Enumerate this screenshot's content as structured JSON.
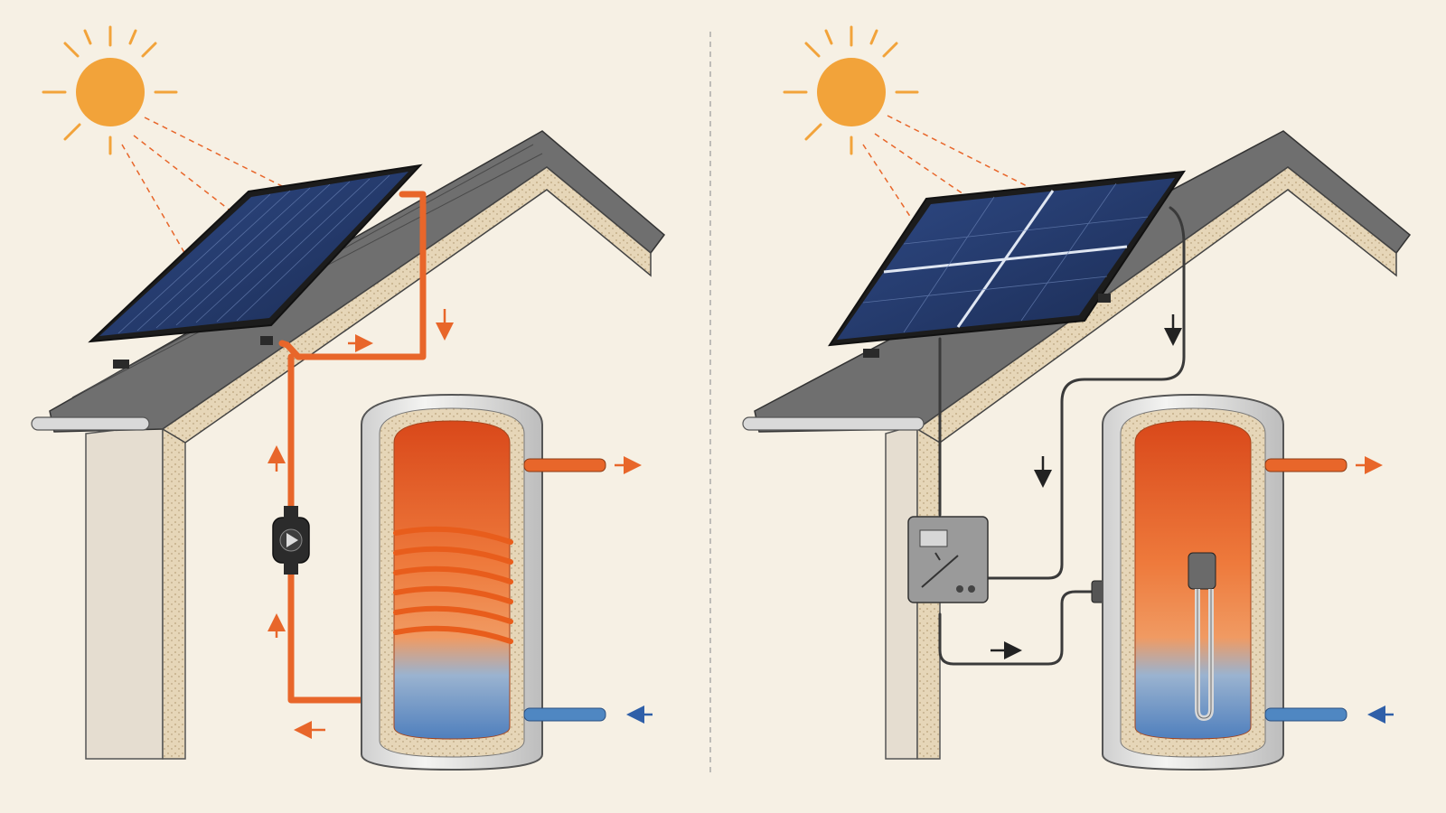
{
  "diagram": {
    "left_panel": {
      "system": "solar-thermal",
      "components": [
        "sun-icon",
        "thermal-collector-panel",
        "roof",
        "wall",
        "pump-icon",
        "copper-coil-heat-exchanger",
        "hot-water-tank",
        "pipe-loop"
      ],
      "flow_arrows": [
        "right",
        "down",
        "up",
        "up",
        "left",
        "hot-out-right",
        "cold-in-left"
      ]
    },
    "right_panel": {
      "system": "photovoltaic",
      "components": [
        "sun-icon",
        "pv-panel-array",
        "roof",
        "wall",
        "controller-box",
        "immersion-heater-element",
        "hot-water-tank",
        "cable-run"
      ],
      "flow_arrows": [
        "down",
        "down",
        "right",
        "hot-out-right",
        "cold-in-left"
      ]
    },
    "colors": {
      "background": "#f6f0e4",
      "sun": "#f2a33a",
      "hot_pipe": "#e8662a",
      "cold_pipe": "#4f87c2",
      "panel": "#233a6b",
      "cable": "#3a3a3a",
      "divider": "#9a9a9a"
    }
  }
}
